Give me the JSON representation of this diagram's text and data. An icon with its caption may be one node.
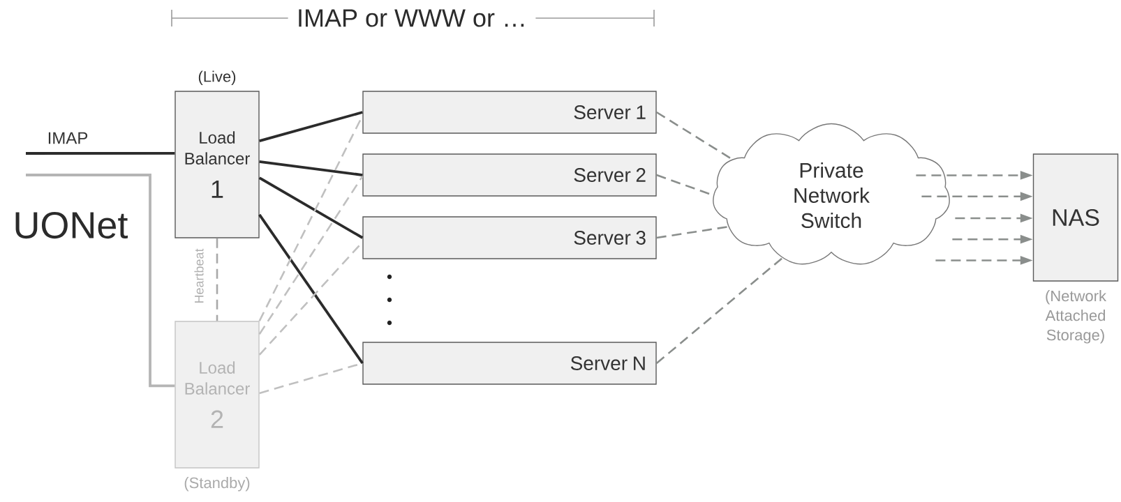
{
  "diagram": {
    "nodes": [
      {
        "text": [
          "Load Balancer",
          "1"
        ],
        "beside": [
          "(Live)"
        ]
      },
      {
        "text": [
          "Load Balancer",
          "2"
        ],
        "beside": [
          "(Standby)"
        ]
      },
      {
        "text": [
          "Server 1"
        ]
      },
      {
        "text": [
          "Server 2"
        ]
      },
      {
        "text": [
          "Server 3"
        ]
      },
      {
        "text": [
          "Server N"
        ]
      },
      {
        "text": [
          "Private Network Switch"
        ]
      },
      {
        "text": [
          "NAS"
        ],
        "beside": [
          "(Network Attached Storage)"
        ]
      }
    ],
    "edges": [
      {
        "from": null,
        "to": 0,
        "arrow": "none",
        "label": "IMAP",
        "color": "#2b2b2b"
      },
      {
        "from": null,
        "to": 1,
        "arrow": "none",
        "color": "#b5b5b5"
      },
      {
        "from": 0,
        "to": 1,
        "arrow": "none",
        "label": "Heartbeat",
        "style": "dashed",
        "color": "#a8a8a8"
      },
      {
        "from": 0,
        "to": 2,
        "arrow": "none",
        "color": "#2b2b2b"
      },
      {
        "from": 0,
        "to": 3,
        "arrow": "none",
        "color": "#2b2b2b"
      },
      {
        "from": 0,
        "to": 4,
        "arrow": "none",
        "color": "#2b2b2b"
      },
      {
        "from": 0,
        "to": 5,
        "arrow": "none",
        "color": "#2b2b2b"
      },
      {
        "from": 1,
        "to": 2,
        "arrow": "none",
        "style": "dashed",
        "color": "#c0c0c0"
      },
      {
        "from": 1,
        "to": 3,
        "arrow": "none",
        "style": "dashed",
        "color": "#c0c0c0"
      },
      {
        "from": 1,
        "to": 4,
        "arrow": "none",
        "style": "dashed",
        "color": "#c0c0c0"
      },
      {
        "from": 1,
        "to": 5,
        "arrow": "none",
        "style": "dashed",
        "color": "#c0c0c0"
      },
      {
        "from": 2,
        "to": 6,
        "arrow": "none",
        "style": "dashed"
      },
      {
        "from": 3,
        "to": 6,
        "arrow": "none",
        "style": "dashed"
      },
      {
        "from": 4,
        "to": 6,
        "arrow": "none",
        "style": "dashed"
      },
      {
        "from": 5,
        "to": 6,
        "arrow": "none",
        "style": "dashed"
      },
      {
        "from": 6,
        "to": 7,
        "arrow": "to",
        "style": "dashed"
      },
      {
        "from": 6,
        "to": 7,
        "arrow": "to",
        "style": "dashed"
      },
      {
        "from": 6,
        "to": 7,
        "arrow": "to",
        "style": "dashed"
      },
      {
        "from": 6,
        "to": 7,
        "arrow": "to",
        "style": "dashed"
      },
      {
        "from": 6,
        "to": 7,
        "arrow": "to",
        "style": "dashed"
      }
    ],
    "labels": [
      "IMAP or WWW or …",
      "UONet"
    ]
  }
}
